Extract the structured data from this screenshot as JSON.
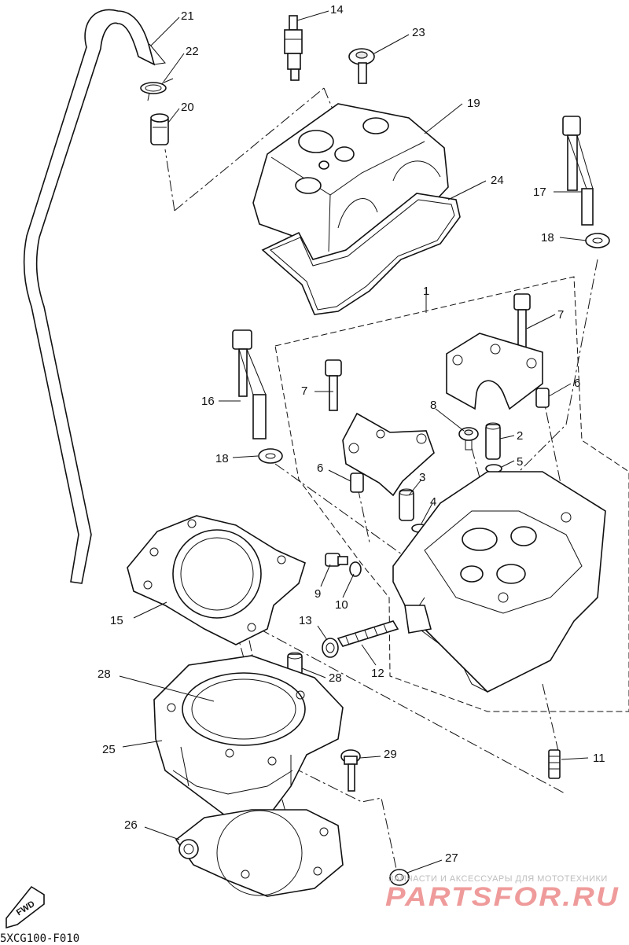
{
  "diagram": {
    "reference_code": "5XCG100-F010",
    "direction_marker": "FWD",
    "callouts": [
      {
        "id": "1",
        "label": "1"
      },
      {
        "id": "2",
        "label": "2"
      },
      {
        "id": "3",
        "label": "3"
      },
      {
        "id": "4",
        "label": "4"
      },
      {
        "id": "5",
        "label": "5"
      },
      {
        "id": "6a",
        "label": "6"
      },
      {
        "id": "6b",
        "label": "6"
      },
      {
        "id": "7a",
        "label": "7"
      },
      {
        "id": "7b",
        "label": "7"
      },
      {
        "id": "8",
        "label": "8"
      },
      {
        "id": "9",
        "label": "9"
      },
      {
        "id": "10",
        "label": "10"
      },
      {
        "id": "11",
        "label": "11"
      },
      {
        "id": "12",
        "label": "12"
      },
      {
        "id": "13",
        "label": "13"
      },
      {
        "id": "14",
        "label": "14"
      },
      {
        "id": "15",
        "label": "15"
      },
      {
        "id": "16",
        "label": "16"
      },
      {
        "id": "17",
        "label": "17"
      },
      {
        "id": "18a",
        "label": "18"
      },
      {
        "id": "18b",
        "label": "18"
      },
      {
        "id": "19",
        "label": "19"
      },
      {
        "id": "20",
        "label": "20"
      },
      {
        "id": "21",
        "label": "21"
      },
      {
        "id": "22",
        "label": "22"
      },
      {
        "id": "23",
        "label": "23"
      },
      {
        "id": "24",
        "label": "24"
      },
      {
        "id": "25",
        "label": "25"
      },
      {
        "id": "26",
        "label": "26"
      },
      {
        "id": "27",
        "label": "27"
      },
      {
        "id": "28a",
        "label": "28"
      },
      {
        "id": "28b",
        "label": "28"
      },
      {
        "id": "29",
        "label": "29"
      }
    ]
  },
  "watermark": {
    "tagline": "ЗАПЧАСТИ И АКСЕССУАРЫ ДЛЯ МОТОТЕХНИКИ",
    "logo": "PARTSFOR.RU"
  }
}
